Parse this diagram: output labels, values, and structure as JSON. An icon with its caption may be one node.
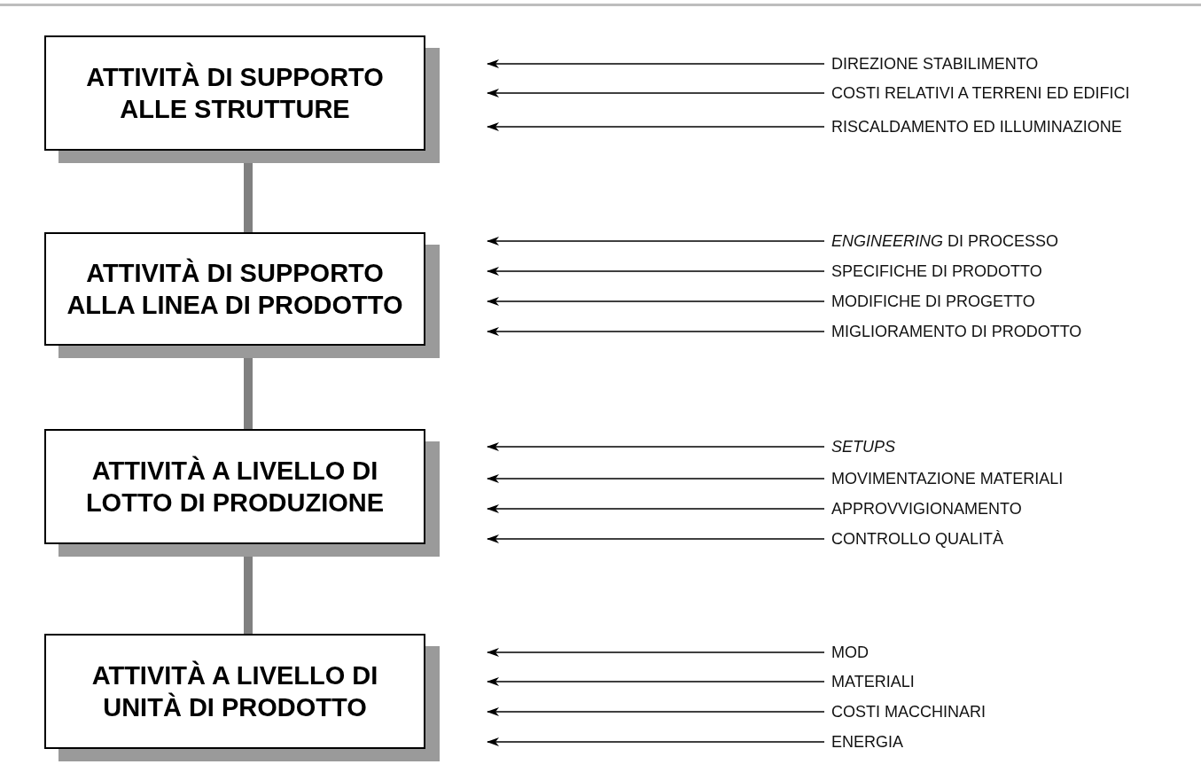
{
  "diagram": {
    "nodes": [
      {
        "text": [
          "ATTIVITÀ DI SUPPORTO ALLE STRUTTURE"
        ]
      },
      {
        "text": [
          "DIREZIONE STABILIMENTO"
        ]
      },
      {
        "text": [
          "COSTI RELATIVI A TERRENI ED EDIFICI"
        ]
      },
      {
        "text": [
          "RISCALDAMENTO ED ILLUMINAZIONE"
        ]
      },
      {
        "text": [
          "ATTIVITÀ DI SUPPORTO ALLA LINEA DI PRODOTTO"
        ]
      },
      {
        "text": [
          "*ENGINEERING* DI PROCESSO"
        ]
      },
      {
        "text": [
          "SPECIFICHE DI PRODOTTO"
        ]
      },
      {
        "text": [
          "MODIFICHE DI PROGETTO"
        ]
      },
      {
        "text": [
          "MIGLIORAMENTO DI PRODOTTO"
        ]
      },
      {
        "text": [
          "ATTIVITÀ A LIVELLO DI LOTTO DI PRODUZIONE"
        ]
      },
      {
        "text": [
          "SETUPS"
        ]
      },
      {
        "text": [
          "MOVIMENTAZIONE MATERIALI"
        ]
      },
      {
        "text": [
          "APPROVVIGIONAMENTO"
        ]
      },
      {
        "text": [
          "CONTROLLO QUALITÀ"
        ]
      },
      {
        "text": [
          "ATTIVITÀ A LIVELLO DI UNITÀ DI PRODOTTO"
        ]
      },
      {
        "text": [
          "MOD"
        ]
      },
      {
        "text": [
          "MATERIALI"
        ]
      },
      {
        "text": [
          "COSTI MACCHINARI"
        ]
      },
      {
        "text": [
          "ENERGIA"
        ]
      }
    ],
    "edges": [
      {
        "from": 0,
        "to": 4,
        "arrow": "none",
        "style": "thick",
        "color": "#808080"
      },
      {
        "from": 4,
        "to": 9,
        "arrow": "none",
        "style": "thick",
        "color": "#808080"
      },
      {
        "from": 9,
        "to": 14,
        "arrow": "none",
        "style": "thick",
        "color": "#808080"
      },
      {
        "from": 1,
        "to": null,
        "arrow": "to"
      },
      {
        "from": 2,
        "to": null,
        "arrow": "to"
      },
      {
        "from": 3,
        "to": null,
        "arrow": "to"
      },
      {
        "from": 5,
        "to": null,
        "arrow": "to"
      },
      {
        "from": 6,
        "to": null,
        "arrow": "to"
      },
      {
        "from": 7,
        "to": null,
        "arrow": "to"
      },
      {
        "from": 8,
        "to": null,
        "arrow": "to"
      },
      {
        "from": 10,
        "to": null,
        "arrow": "to"
      },
      {
        "from": 11,
        "to": null,
        "arrow": "to"
      },
      {
        "from": 12,
        "to": null,
        "arrow": "to"
      },
      {
        "from": 13,
        "to": null,
        "arrow": "to"
      },
      {
        "from": 15,
        "to": null,
        "arrow": "to"
      },
      {
        "from": 16,
        "to": null,
        "arrow": "to"
      },
      {
        "from": 17,
        "to": null,
        "arrow": "to"
      },
      {
        "from": 18,
        "to": null,
        "arrow": "to"
      }
    ]
  }
}
